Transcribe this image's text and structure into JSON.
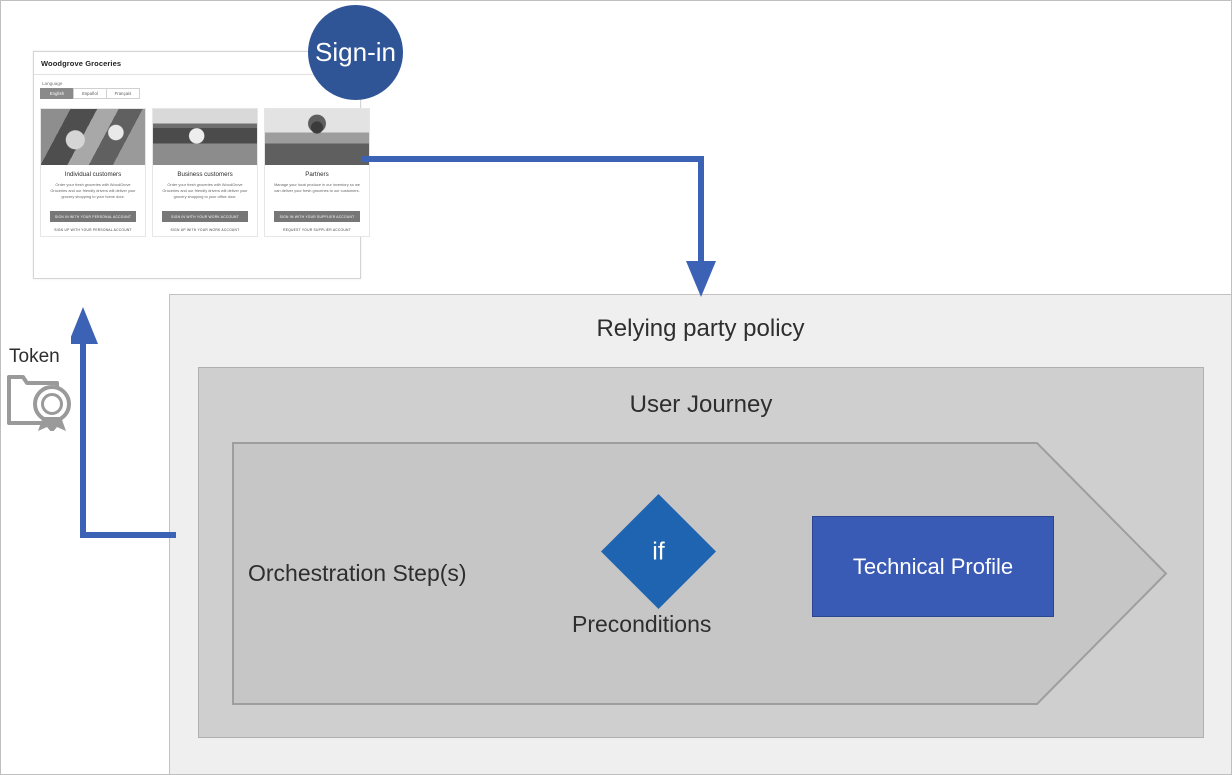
{
  "browser": {
    "brand": "Woodgrove Groceries",
    "language_label": "Language",
    "language_tabs": [
      {
        "label": "English",
        "active": true
      },
      {
        "label": "Español",
        "active": false
      },
      {
        "label": "Français",
        "active": false
      }
    ],
    "cards": [
      {
        "title": "Individual customers",
        "description": "Order your fresh groceries with WoodGrove Groceries and our friendly drivers will deliver your grocery shopping to your home door.",
        "signin_label": "SIGN IN WITH YOUR PERSONAL ACCOUNT",
        "signup_label": "SIGN UP WITH YOUR PERSONAL ACCOUNT",
        "photo": "shopper-with-child-photo"
      },
      {
        "title": "Business customers",
        "description": "Order your fresh groceries with WoodGrove Groceries and our friendly drivers will deliver your grocery shopping to your office door.",
        "signin_label": "SIGN IN WITH YOUR WORK ACCOUNT",
        "signup_label": "SIGN UP WITH YOUR WORK ACCOUNT",
        "photo": "grocery-staff-photo"
      },
      {
        "title": "Partners",
        "description": "Manage your local produce in our inventory so we can deliver your fresh groceries to our customers.",
        "signin_label": "SIGN IN WITH YOUR SUPPLIER ACCOUNT",
        "signup_label": "REQUEST YOUR SUPPLIER ACCOUNT",
        "photo": "farmer-with-produce-photo"
      }
    ]
  },
  "signin_bubble": {
    "label": "Sign-in"
  },
  "token": {
    "label": "Token",
    "icon": "certificate-token-icon"
  },
  "diagram": {
    "relying_party_title": "Relying party policy",
    "user_journey_title": "User Journey",
    "orchestration_label": "Orchestration Step(s)",
    "if_label": "if",
    "preconditions_label": "Preconditions",
    "technical_profile_label": "Technical Profile"
  },
  "colors": {
    "accent_blue": "#2f5597",
    "diamond_blue": "#1f64b0",
    "technical_profile_blue": "#3a5bb5",
    "arrow_blue": "#3b62b5",
    "relying_party_bg": "#efefef",
    "user_journey_bg": "#cfcfcf",
    "orchestration_bg": "#c6c6c6",
    "token_icon_gray": "#9a9a9a"
  }
}
